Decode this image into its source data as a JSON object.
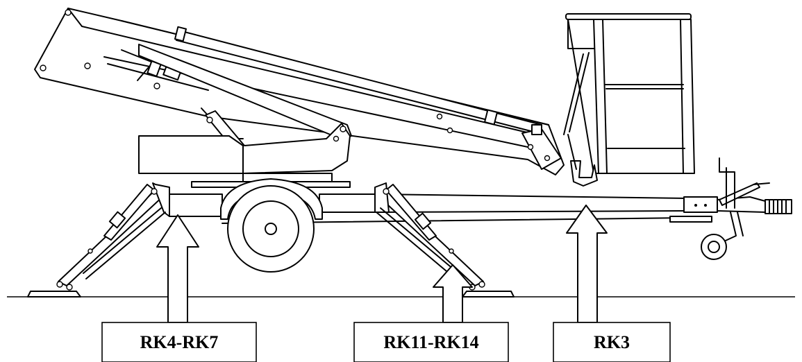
{
  "labels": {
    "left_outriggers": "RK4-RK7",
    "right_outriggers": "RK11-RK14",
    "drawbar": "RK3"
  }
}
